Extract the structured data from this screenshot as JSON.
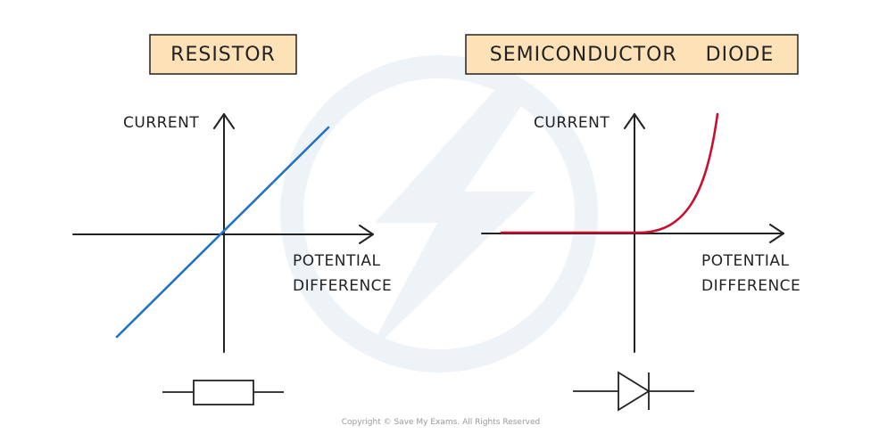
{
  "left_panel": {
    "title": "RESISTOR",
    "y_label": "CURRENT",
    "x_label_line1": "POTENTIAL",
    "x_label_line2": "DIFFERENCE"
  },
  "right_panel": {
    "title": "SEMICONDUCTOR    DIODE",
    "y_label": "CURRENT",
    "x_label_line1": "POTENTIAL",
    "x_label_line2": "DIFFERENCE"
  },
  "footer": {
    "copyright": "Copyright © Save My Exams. All Rights Reserved"
  },
  "colors": {
    "title_box_fill": "#fde2b8",
    "resistor_line": "#1f73c0",
    "diode_curve": "#c8102e",
    "watermark": "#eef3f8"
  },
  "icons": {
    "watermark": "lightning-bolt-logo-icon",
    "resistor": "resistor-symbol-icon",
    "diode": "diode-symbol-icon"
  }
}
